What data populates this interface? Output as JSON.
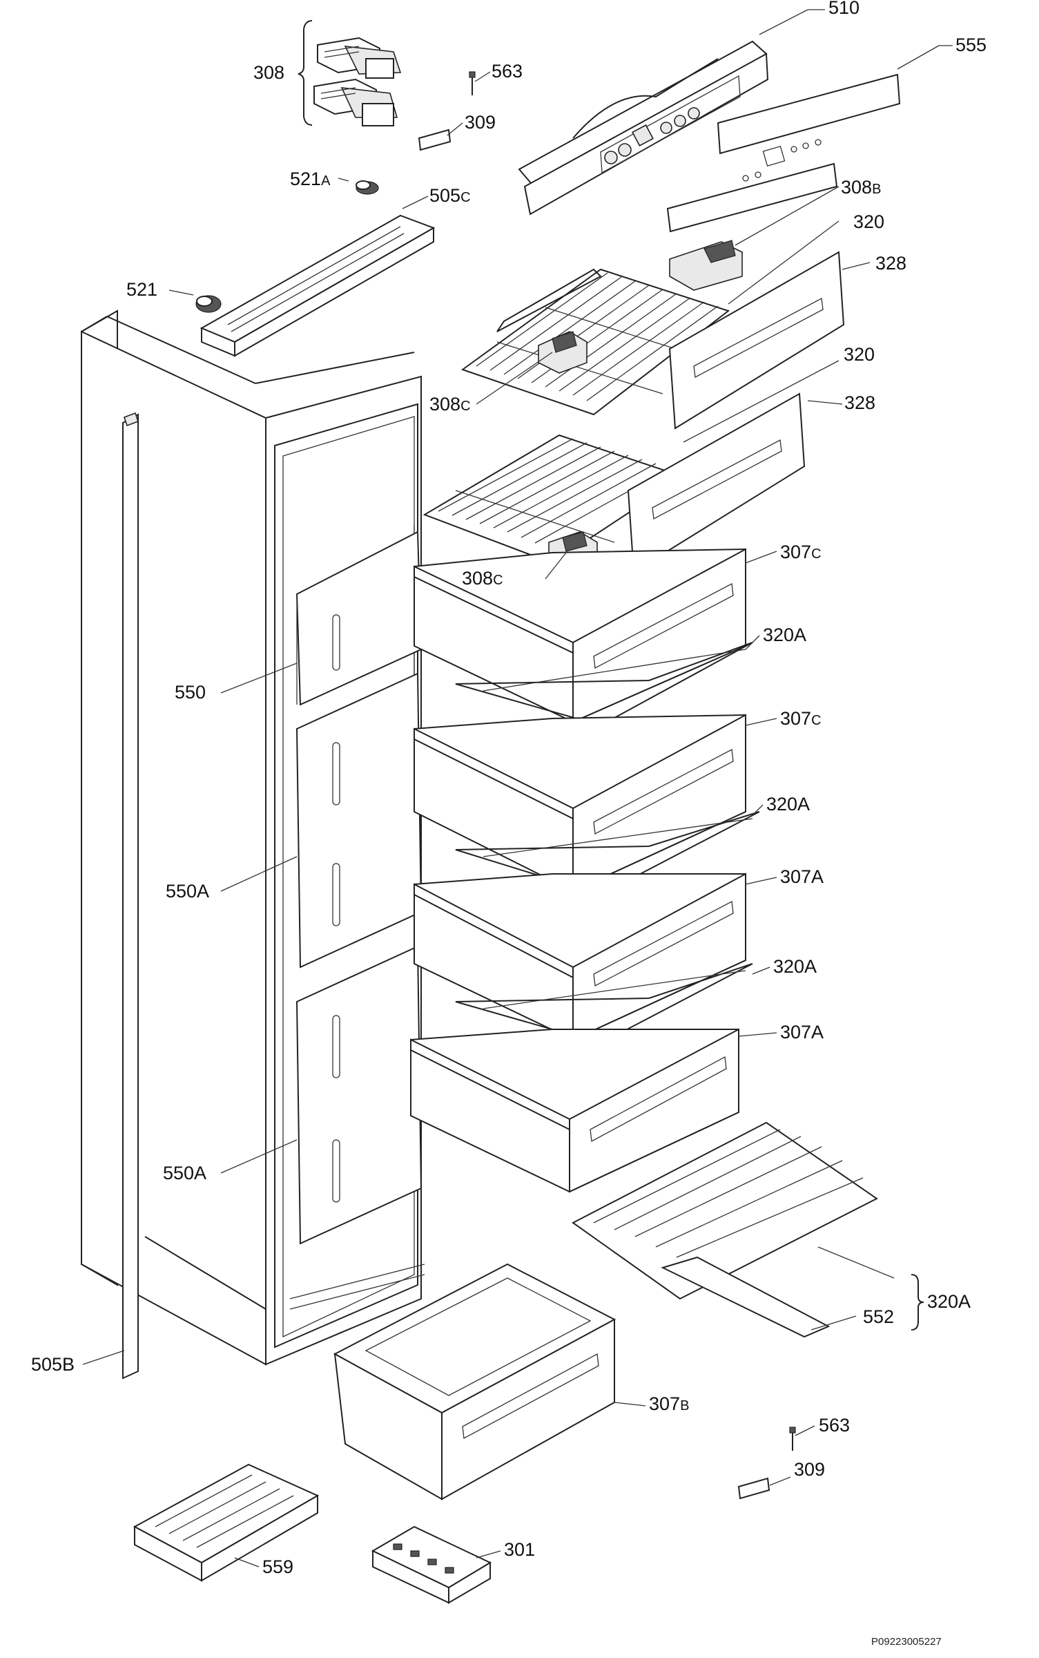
{
  "callouts": {
    "c510": {
      "num": "510",
      "suf": ""
    },
    "c555": {
      "num": "555",
      "suf": ""
    },
    "c308": {
      "num": "308",
      "suf": ""
    },
    "c563a": {
      "num": "563",
      "suf": ""
    },
    "c309a": {
      "num": "309",
      "suf": ""
    },
    "c521a": {
      "num": "521",
      "suf": "A"
    },
    "c505c": {
      "num": "505",
      "suf": "C"
    },
    "c308b": {
      "num": "308",
      "suf": "B"
    },
    "c320a1": {
      "num": "320",
      "suf": ""
    },
    "c521": {
      "num": "521",
      "suf": ""
    },
    "c328a": {
      "num": "328",
      "suf": ""
    },
    "c320b": {
      "num": "320",
      "suf": ""
    },
    "c308c1": {
      "num": "308",
      "suf": "C"
    },
    "c328b": {
      "num": "328",
      "suf": ""
    },
    "c307c1": {
      "num": "307",
      "suf": "C"
    },
    "c308c2": {
      "num": "308",
      "suf": "C"
    },
    "c320A1": {
      "num": "320A",
      "suf": ""
    },
    "c550": {
      "num": "550",
      "suf": ""
    },
    "c307c2": {
      "num": "307",
      "suf": "C"
    },
    "c320A2": {
      "num": "320A",
      "suf": ""
    },
    "c550A1": {
      "num": "550A",
      "suf": ""
    },
    "c307A1": {
      "num": "307A",
      "suf": ""
    },
    "c320A3": {
      "num": "320A",
      "suf": ""
    },
    "c307A2": {
      "num": "307A",
      "suf": ""
    },
    "c550A2": {
      "num": "550A",
      "suf": ""
    },
    "c320A4": {
      "num": "320A",
      "suf": ""
    },
    "c552": {
      "num": "552",
      "suf": ""
    },
    "c505B": {
      "num": "505B",
      "suf": ""
    },
    "c307B": {
      "num": "307",
      "suf": "B"
    },
    "c563b": {
      "num": "563",
      "suf": ""
    },
    "c309b": {
      "num": "309",
      "suf": ""
    },
    "c559": {
      "num": "559",
      "suf": ""
    },
    "c301": {
      "num": "301",
      "suf": ""
    }
  },
  "footer_code": "P09223005227"
}
